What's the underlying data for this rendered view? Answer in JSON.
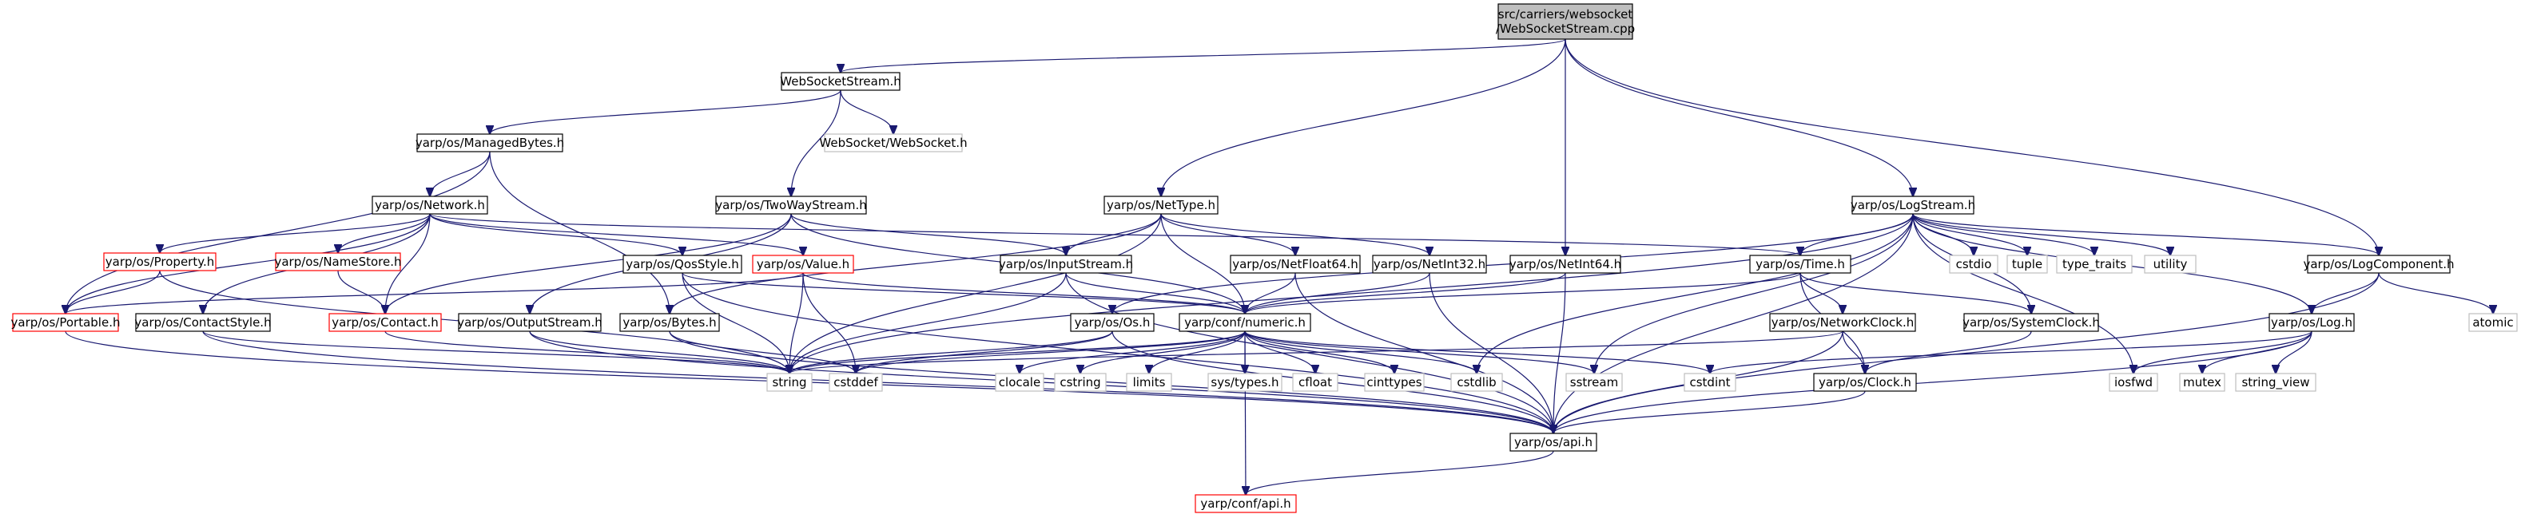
{
  "colors": {
    "edge": "#191970",
    "normal_border": "#000000",
    "missing_border": "#bfbfbf",
    "undocumented_border": "#ff0000",
    "root_fill": "#bfbfbf",
    "node_fill": "#ffffff",
    "text": "#000000"
  },
  "nodes": [
    {
      "id": "root",
      "lines": [
        "src/carriers/websocket",
        "/WebSocketStream.cpp"
      ],
      "style": "root"
    },
    {
      "id": "wss",
      "lines": [
        "WebSocketStream.h"
      ],
      "style": "normal"
    },
    {
      "id": "wsws",
      "lines": [
        "WebSocket/WebSocket.h"
      ],
      "style": "missing"
    },
    {
      "id": "mb",
      "lines": [
        "yarp/os/ManagedBytes.h"
      ],
      "style": "normal"
    },
    {
      "id": "tws",
      "lines": [
        "yarp/os/TwoWayStream.h"
      ],
      "style": "normal"
    },
    {
      "id": "nt",
      "lines": [
        "yarp/os/NetType.h"
      ],
      "style": "normal"
    },
    {
      "id": "ls",
      "lines": [
        "yarp/os/LogStream.h"
      ],
      "style": "normal"
    },
    {
      "id": "net",
      "lines": [
        "yarp/os/Network.h"
      ],
      "style": "normal"
    },
    {
      "id": "prop",
      "lines": [
        "yarp/os/Property.h"
      ],
      "style": "undocumented"
    },
    {
      "id": "ns",
      "lines": [
        "yarp/os/NameStore.h"
      ],
      "style": "undocumented"
    },
    {
      "id": "qos",
      "lines": [
        "yarp/os/QosStyle.h"
      ],
      "style": "normal"
    },
    {
      "id": "val",
      "lines": [
        "yarp/os/Value.h"
      ],
      "style": "undocumented"
    },
    {
      "id": "is",
      "lines": [
        "yarp/os/InputStream.h"
      ],
      "style": "normal"
    },
    {
      "id": "nf64",
      "lines": [
        "yarp/os/NetFloat64.h"
      ],
      "style": "normal"
    },
    {
      "id": "ni32",
      "lines": [
        "yarp/os/NetInt32.h"
      ],
      "style": "normal"
    },
    {
      "id": "ni64",
      "lines": [
        "yarp/os/NetInt64.h"
      ],
      "style": "normal"
    },
    {
      "id": "time",
      "lines": [
        "yarp/os/Time.h"
      ],
      "style": "normal"
    },
    {
      "id": "cstdio",
      "lines": [
        "cstdio"
      ],
      "style": "missing"
    },
    {
      "id": "tuple",
      "lines": [
        "tuple"
      ],
      "style": "missing"
    },
    {
      "id": "tt",
      "lines": [
        "type_traits"
      ],
      "style": "missing"
    },
    {
      "id": "utility",
      "lines": [
        "utility"
      ],
      "style": "missing"
    },
    {
      "id": "lc",
      "lines": [
        "yarp/os/LogComponent.h"
      ],
      "style": "normal"
    },
    {
      "id": "port",
      "lines": [
        "yarp/os/Portable.h"
      ],
      "style": "undocumented"
    },
    {
      "id": "cs",
      "lines": [
        "yarp/os/ContactStyle.h"
      ],
      "style": "normal"
    },
    {
      "id": "contact",
      "lines": [
        "yarp/os/Contact.h"
      ],
      "style": "undocumented"
    },
    {
      "id": "os",
      "lines": [
        "yarp/os/OutputStream.h"
      ],
      "style": "normal"
    },
    {
      "id": "bytes",
      "lines": [
        "yarp/os/Bytes.h"
      ],
      "style": "normal"
    },
    {
      "id": "yos",
      "lines": [
        "yarp/os/Os.h"
      ],
      "style": "normal"
    },
    {
      "id": "numeric",
      "lines": [
        "yarp/conf/numeric.h"
      ],
      "style": "normal"
    },
    {
      "id": "nclock",
      "lines": [
        "yarp/os/NetworkClock.h"
      ],
      "style": "normal"
    },
    {
      "id": "sclock",
      "lines": [
        "yarp/os/SystemClock.h"
      ],
      "style": "normal"
    },
    {
      "id": "log",
      "lines": [
        "yarp/os/Log.h"
      ],
      "style": "normal"
    },
    {
      "id": "atomic",
      "lines": [
        "atomic"
      ],
      "style": "missing"
    },
    {
      "id": "string",
      "lines": [
        "string"
      ],
      "style": "missing"
    },
    {
      "id": "cstddef",
      "lines": [
        "cstddef"
      ],
      "style": "missing"
    },
    {
      "id": "clocale",
      "lines": [
        "clocale"
      ],
      "style": "missing"
    },
    {
      "id": "cstring",
      "lines": [
        "cstring"
      ],
      "style": "missing"
    },
    {
      "id": "limits",
      "lines": [
        "limits"
      ],
      "style": "missing"
    },
    {
      "id": "systypes",
      "lines": [
        "sys/types.h"
      ],
      "style": "missing"
    },
    {
      "id": "cfloat",
      "lines": [
        "cfloat"
      ],
      "style": "missing"
    },
    {
      "id": "cinttypes",
      "lines": [
        "cinttypes"
      ],
      "style": "missing"
    },
    {
      "id": "cstdlib",
      "lines": [
        "cstdlib"
      ],
      "style": "missing"
    },
    {
      "id": "sstream",
      "lines": [
        "sstream"
      ],
      "style": "missing"
    },
    {
      "id": "cstdint",
      "lines": [
        "cstdint"
      ],
      "style": "missing"
    },
    {
      "id": "clock",
      "lines": [
        "yarp/os/Clock.h"
      ],
      "style": "normal"
    },
    {
      "id": "iosfwd",
      "lines": [
        "iosfwd"
      ],
      "style": "missing"
    },
    {
      "id": "mutex",
      "lines": [
        "mutex"
      ],
      "style": "missing"
    },
    {
      "id": "sv",
      "lines": [
        "string_view"
      ],
      "style": "missing"
    },
    {
      "id": "api",
      "lines": [
        "yarp/os/api.h"
      ],
      "style": "normal"
    },
    {
      "id": "capi",
      "lines": [
        "yarp/conf/api.h"
      ],
      "style": "undocumented"
    }
  ],
  "edges": [
    [
      "root",
      "wss"
    ],
    [
      "root",
      "nt"
    ],
    [
      "root",
      "ni64"
    ],
    [
      "root",
      "ls"
    ],
    [
      "root",
      "lc"
    ],
    [
      "wss",
      "mb"
    ],
    [
      "wss",
      "tws"
    ],
    [
      "wss",
      "wsws"
    ],
    [
      "mb",
      "net"
    ],
    [
      "mb",
      "port"
    ],
    [
      "mb",
      "bytes"
    ],
    [
      "net",
      "prop"
    ],
    [
      "net",
      "ns"
    ],
    [
      "net",
      "qos"
    ],
    [
      "net",
      "val"
    ],
    [
      "net",
      "contact"
    ],
    [
      "net",
      "cs"
    ],
    [
      "net",
      "port"
    ],
    [
      "net",
      "time"
    ],
    [
      "prop",
      "port"
    ],
    [
      "prop",
      "string"
    ],
    [
      "ns",
      "contact"
    ],
    [
      "tws",
      "contact"
    ],
    [
      "tws",
      "os"
    ],
    [
      "tws",
      "is"
    ],
    [
      "tws",
      "numeric"
    ],
    [
      "nt",
      "bytes"
    ],
    [
      "nt",
      "is"
    ],
    [
      "nt",
      "nf64"
    ],
    [
      "nt",
      "ni32"
    ],
    [
      "nt",
      "numeric"
    ],
    [
      "nt",
      "string"
    ],
    [
      "ls",
      "string"
    ],
    [
      "ls",
      "yos"
    ],
    [
      "ls",
      "time"
    ],
    [
      "ls",
      "cstdio"
    ],
    [
      "ls",
      "tuple"
    ],
    [
      "ls",
      "tt"
    ],
    [
      "ls",
      "utility"
    ],
    [
      "ls",
      "lc"
    ],
    [
      "ls",
      "log"
    ],
    [
      "ls",
      "sclock"
    ],
    [
      "ls",
      "cstdlib"
    ],
    [
      "ls",
      "sstream"
    ],
    [
      "ls",
      "iosfwd"
    ],
    [
      "ls",
      "api"
    ],
    [
      "qos",
      "numeric"
    ],
    [
      "qos",
      "string"
    ],
    [
      "qos",
      "api"
    ],
    [
      "val",
      "port"
    ],
    [
      "val",
      "numeric"
    ],
    [
      "val",
      "string"
    ],
    [
      "val",
      "cstddef"
    ],
    [
      "is",
      "numeric"
    ],
    [
      "is",
      "string"
    ],
    [
      "is",
      "api"
    ],
    [
      "nf64",
      "numeric"
    ],
    [
      "nf64",
      "api"
    ],
    [
      "ni32",
      "numeric"
    ],
    [
      "ni32",
      "api"
    ],
    [
      "ni64",
      "numeric"
    ],
    [
      "ni64",
      "api"
    ],
    [
      "time",
      "numeric"
    ],
    [
      "time",
      "nclock"
    ],
    [
      "time",
      "sclock"
    ],
    [
      "time",
      "clock"
    ],
    [
      "lc",
      "log"
    ],
    [
      "lc",
      "atomic"
    ],
    [
      "lc",
      "api"
    ],
    [
      "port",
      "api"
    ],
    [
      "cs",
      "string"
    ],
    [
      "cs",
      "api"
    ],
    [
      "contact",
      "string"
    ],
    [
      "os",
      "string"
    ],
    [
      "os",
      "api"
    ],
    [
      "bytes",
      "cstddef"
    ],
    [
      "bytes",
      "api"
    ],
    [
      "yos",
      "string"
    ],
    [
      "yos",
      "cstddef"
    ],
    [
      "yos",
      "api"
    ],
    [
      "numeric",
      "string"
    ],
    [
      "numeric",
      "cstddef"
    ],
    [
      "numeric",
      "clocale"
    ],
    [
      "numeric",
      "cstring"
    ],
    [
      "numeric",
      "limits"
    ],
    [
      "numeric",
      "systypes"
    ],
    [
      "numeric",
      "cfloat"
    ],
    [
      "numeric",
      "cinttypes"
    ],
    [
      "numeric",
      "cstdlib"
    ],
    [
      "numeric",
      "sstream"
    ],
    [
      "numeric",
      "cstdint"
    ],
    [
      "numeric",
      "capi"
    ],
    [
      "nclock",
      "clock"
    ],
    [
      "nclock",
      "string"
    ],
    [
      "nclock",
      "api"
    ],
    [
      "sclock",
      "clock"
    ],
    [
      "log",
      "cstdint"
    ],
    [
      "log",
      "iosfwd"
    ],
    [
      "log",
      "mutex"
    ],
    [
      "log",
      "sv"
    ],
    [
      "log",
      "api"
    ],
    [
      "clock",
      "api"
    ],
    [
      "api",
      "capi"
    ]
  ]
}
